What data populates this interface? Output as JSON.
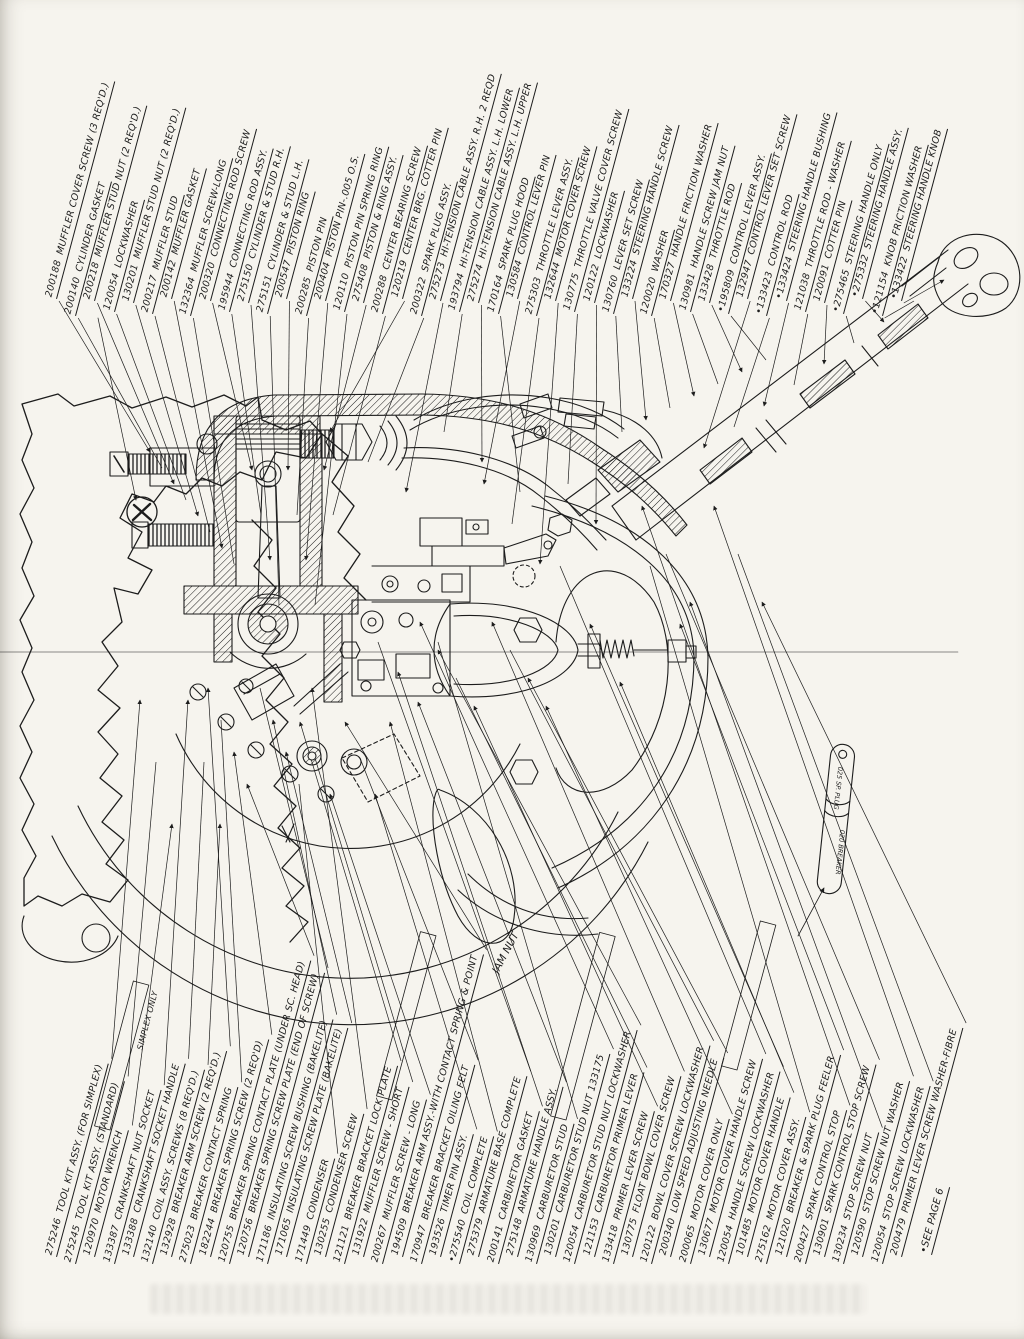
{
  "colors": {
    "paper": "#f6f4ee",
    "ink": "#1c1c1c"
  },
  "top_labels": [
    {
      "num": "200188",
      "name": "MUFFLER COVER SCREW (3 REQ'D.)"
    },
    {
      "num": "200140",
      "name": "CYLINDER GASKET"
    },
    {
      "num": "200218",
      "name": "MUFFLER STUD NUT (2 REQ'D.)"
    },
    {
      "num": "120054",
      "name": "LOCKWASHER"
    },
    {
      "num": "130201",
      "name": "MUFFLER STUD NUT (2 REQ'D.)"
    },
    {
      "num": "200217",
      "name": "MUFFLER STUD"
    },
    {
      "num": "200142",
      "name": "MUFFLER GASKET"
    },
    {
      "num": "132364",
      "name": "MUFFLER SCREW-LONG"
    },
    {
      "num": "200320",
      "name": "CONNECTING ROD SCREW"
    },
    {
      "num": "195944",
      "name": "CONNECTING ROD ASSY."
    },
    {
      "num": "275150",
      "name": "CYLINDER & STUD R.H."
    },
    {
      "num": "275151",
      "name": "CYLINDER & STUD L.H."
    },
    {
      "num": "200547",
      "name": "PISTON RING"
    },
    {
      "num": "200285",
      "name": "PISTON PIN"
    },
    {
      "num": "200404",
      "name": "PISTON PIN-.005 O.S."
    },
    {
      "num": "120110",
      "name": "PISTON PIN SPRING RING"
    },
    {
      "num": "275408",
      "name": "PISTON & RING ASSY."
    },
    {
      "num": "200288",
      "name": "CENTER BEARING SCREW"
    },
    {
      "num": "120219",
      "name": "CENTER BRG. COTTER PIN"
    },
    {
      "num": "200322",
      "name": "SPARK PLUG ASSY."
    },
    {
      "num": "275273",
      "name": "HI-TENSION CABLE ASSY. R.H. 2 REQD"
    },
    {
      "num": "193794",
      "name": "HI-TENSION CABLE ASSY. L.H. LOWER"
    },
    {
      "num": "275274",
      "name": "HI-TENSION CABLE ASSY. L.H. UPPER"
    },
    {
      "num": "170164",
      "name": "SPARK PLUG HOOD"
    },
    {
      "num": "130584",
      "name": "CONTROL LEVER PIN"
    },
    {
      "num": "275303",
      "name": "THROTTLE LEVER ASSY."
    },
    {
      "num": "132644",
      "name": "MOTOR COVER SCREW"
    },
    {
      "num": "130775",
      "name": "THROTTLE VALVE COVER SCREW"
    },
    {
      "num": "120122",
      "name": "LOCKWASHER"
    },
    {
      "num": "130760",
      "name": "LEVER SET SCREW"
    },
    {
      "num": "133224",
      "name": "STEERING HANDLE SCREW"
    },
    {
      "num": "120020",
      "name": "WASHER"
    },
    {
      "num": "170327",
      "name": "HANDLE FRICTION WASHER"
    },
    {
      "num": "130981",
      "name": "HANDLE SCREW JAM NUT"
    },
    {
      "num": "133428",
      "name": "THROTTLE ROD"
    },
    {
      "num": "•195809",
      "name": "CONTROL LEVER ASSY."
    },
    {
      "num": "132947",
      "name": "CONTROL LEVER SET SCREW"
    },
    {
      "num": "•133423",
      "name": "CONTROL ROD"
    },
    {
      "num": "•133424",
      "name": "STEERING HANDLE BUSHING"
    },
    {
      "num": "121038",
      "name": "THROTTLE ROD - WASHER"
    },
    {
      "num": "120091",
      "name": "COTTER PIN"
    },
    {
      "num": "•275465",
      "name": "STEERING HANDLE ONLY"
    },
    {
      "num": "•275332",
      "name": "STEERING HANDLE ASSY."
    },
    {
      "num": "•121154",
      "name": "KNOB FRICTION WASHER"
    },
    {
      "num": "•133422",
      "name": "STEERING HANDLE KNOB"
    }
  ],
  "bottom_labels": [
    {
      "num": "275246",
      "name": "TOOL KIT ASSY. (FOR SIMPLEX)"
    },
    {
      "num": "275245",
      "name": "TOOL KIT ASSY. (STANDARD)"
    },
    {
      "num": "120970",
      "name": "MOTOR WRENCH"
    },
    {
      "num": "133387",
      "name": "CRANKSHAFT NUT SOCKET"
    },
    {
      "num": "133388",
      "name": "CRANKSHAFT SOCKET HANDLE"
    },
    {
      "num": "132140",
      "name": "COIL ASSY. SCREWS (8 REQ'D.)"
    },
    {
      "num": "132928",
      "name": "BREAKER ARM SCREW (2 REQ'D.)"
    },
    {
      "num": "275023",
      "name": "BREAKER CONTACT SPRING"
    },
    {
      "num": "182244",
      "name": "BREAKER SPRING SCREW (2 REQ'D)"
    },
    {
      "num": "120755",
      "name": "BREAKER SPRING CONTACT PLATE (UNDER SC. HEAD)"
    },
    {
      "num": "120756",
      "name": "BREAKER SPRING SCREW PLATE (END OF SCREW)"
    },
    {
      "num": "171186",
      "name": "INSULATING SCREW BUSHING (BAKELITE)"
    },
    {
      "num": "171065",
      "name": "INSULATING SCREW PLATE (BAKELITE)"
    },
    {
      "num": "171449",
      "name": "CONDENSER"
    },
    {
      "num": "130255",
      "name": "CONDENSER SCREW"
    },
    {
      "num": "121121",
      "name": "BREAKER BRACKET LOCK PLATE"
    },
    {
      "num": "131922",
      "name": "MUFFLER SCREW - SHORT"
    },
    {
      "num": "200267",
      "name": "MUFFLER SCREW - LONG"
    },
    {
      "num": "194509",
      "name": "BREAKER ARM ASSY.-WITH CONTACT SPRING & POINT"
    },
    {
      "num": "170947",
      "name": "BREAKER BRACKET OILING FELT"
    },
    {
      "num": "193526",
      "name": "TIMER PIN ASSY."
    },
    {
      "num": "•275540",
      "name": "COIL COMPLETE"
    },
    {
      "num": "275379",
      "name": "ARMATURE BASE COMPLETE"
    },
    {
      "num": "200141",
      "name": "CARBURETOR GASKET"
    },
    {
      "num": "275148",
      "name": "ARMATURE HANDLE ASSY."
    },
    {
      "num": "130969",
      "name": "CARBURETOR STUD"
    },
    {
      "num": "130201",
      "name": "CARBURETOR STUD NUT  133175"
    },
    {
      "num": "120054",
      "name": "CARBURETOR STUD NUT LOCKWASHER"
    },
    {
      "num": "121153",
      "name": "CARBURETOR PRIMER LEVER"
    },
    {
      "num": "133418",
      "name": "PRIMER LEVER SCREW"
    },
    {
      "num": "130775",
      "name": "FLOAT BOWL COVER SCREW"
    },
    {
      "num": "120122",
      "name": "BOWL COVER SCREW LOCKWASHER"
    },
    {
      "num": "200340",
      "name": "LOW SPEED ADJUSTING NEEDLE"
    },
    {
      "num": "200065",
      "name": "MOTOR COVER ONLY"
    },
    {
      "num": "130677",
      "name": "MOTOR COVER HANDLE SCREW"
    },
    {
      "num": "120054",
      "name": "HANDLE SCREW LOCKWASHER"
    },
    {
      "num": "101485",
      "name": "MOTOR COVER HANDLE"
    },
    {
      "num": "275162",
      "name": "MOTOR COVER ASSY."
    },
    {
      "num": "121020",
      "name": "BREAKER & SPARK PLUG FEELER"
    },
    {
      "num": "200427",
      "name": "SPARK CONTROL STOP"
    },
    {
      "num": "130901",
      "name": "SPARK CONTROL STOP SCREW"
    },
    {
      "num": "130234",
      "name": "STOP SCREW NUT"
    },
    {
      "num": "120590",
      "name": "STOP SCREW NUT WASHER"
    },
    {
      "num": "120054",
      "name": "STOP SCREW LOCKWASHER"
    },
    {
      "num": "200479",
      "name": "PRIMER LEVER SCREW WASHER-FIBRE"
    }
  ],
  "notes": {
    "simplex_only": "SIMPLEX ONLY",
    "see_page": "•SEE PAGE 6"
  },
  "drawing_texts": {
    "jam_nut": "JAM NUT",
    "feeler_upper": "025 SP. PLUG",
    "feeler_lower": "020 BREAKER"
  }
}
